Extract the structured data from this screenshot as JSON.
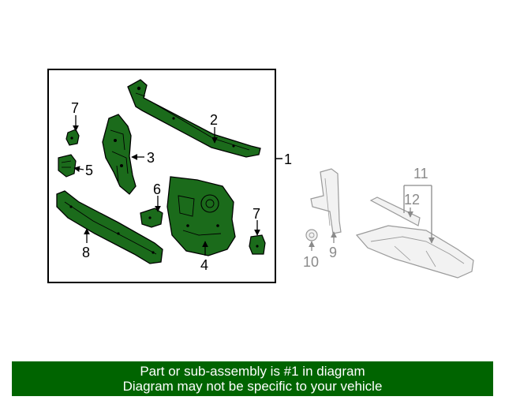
{
  "callouts": {
    "c1": "1",
    "c2": "2",
    "c3": "3",
    "c4": "4",
    "c5": "5",
    "c6": "6",
    "c7a": "7",
    "c7b": "7",
    "c8": "8",
    "c9": "9",
    "c10": "10",
    "c11": "11",
    "c12": "12"
  },
  "banner": {
    "line1": "Part or sub-assembly is #1 in diagram",
    "line2": "Diagram may not be specific to your vehicle"
  },
  "colors": {
    "part_fill": "#1b6b1b",
    "part_stroke": "#000000",
    "ghost_fill": "#f2f2f2",
    "ghost_stroke": "#9a9a9a",
    "ghost_text": "#8a8a8a",
    "banner_bg": "#006400",
    "banner_text": "#ffffff"
  }
}
